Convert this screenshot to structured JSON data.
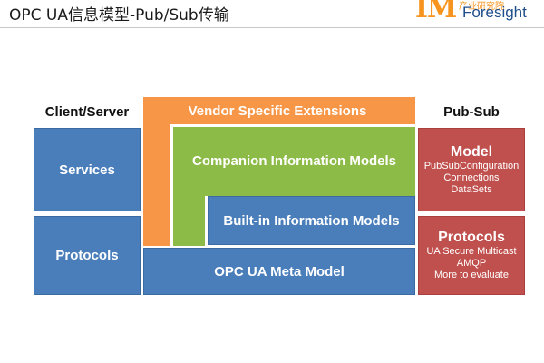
{
  "slide": {
    "title": "OPC UA信息模型-Pub/Sub传输"
  },
  "logo": {
    "mark": "IM",
    "chinese": "产业研究院",
    "wordmark": "Foresight"
  },
  "client_server": {
    "label": "Client/Server",
    "services": "Services",
    "protocols": "Protocols"
  },
  "layers": {
    "vendor_extensions": "Vendor Specific Extensions",
    "companion_models": "Companion Information Models",
    "builtin_models": "Built-in Information Models",
    "meta_model": "OPC UA Meta Model"
  },
  "pub_sub": {
    "label": "Pub-Sub",
    "model": {
      "heading": "Model",
      "items": [
        "PubSubConfiguration",
        "Connections",
        "DataSets"
      ]
    },
    "protocols": {
      "heading": "Protocols",
      "items": [
        "UA Secure Multicast",
        "AMQP",
        "More to evaluate"
      ]
    }
  },
  "colors": {
    "blue": "#4a7ebb",
    "green": "#8dbb47",
    "orange": "#f79646",
    "red": "#c0504d"
  }
}
